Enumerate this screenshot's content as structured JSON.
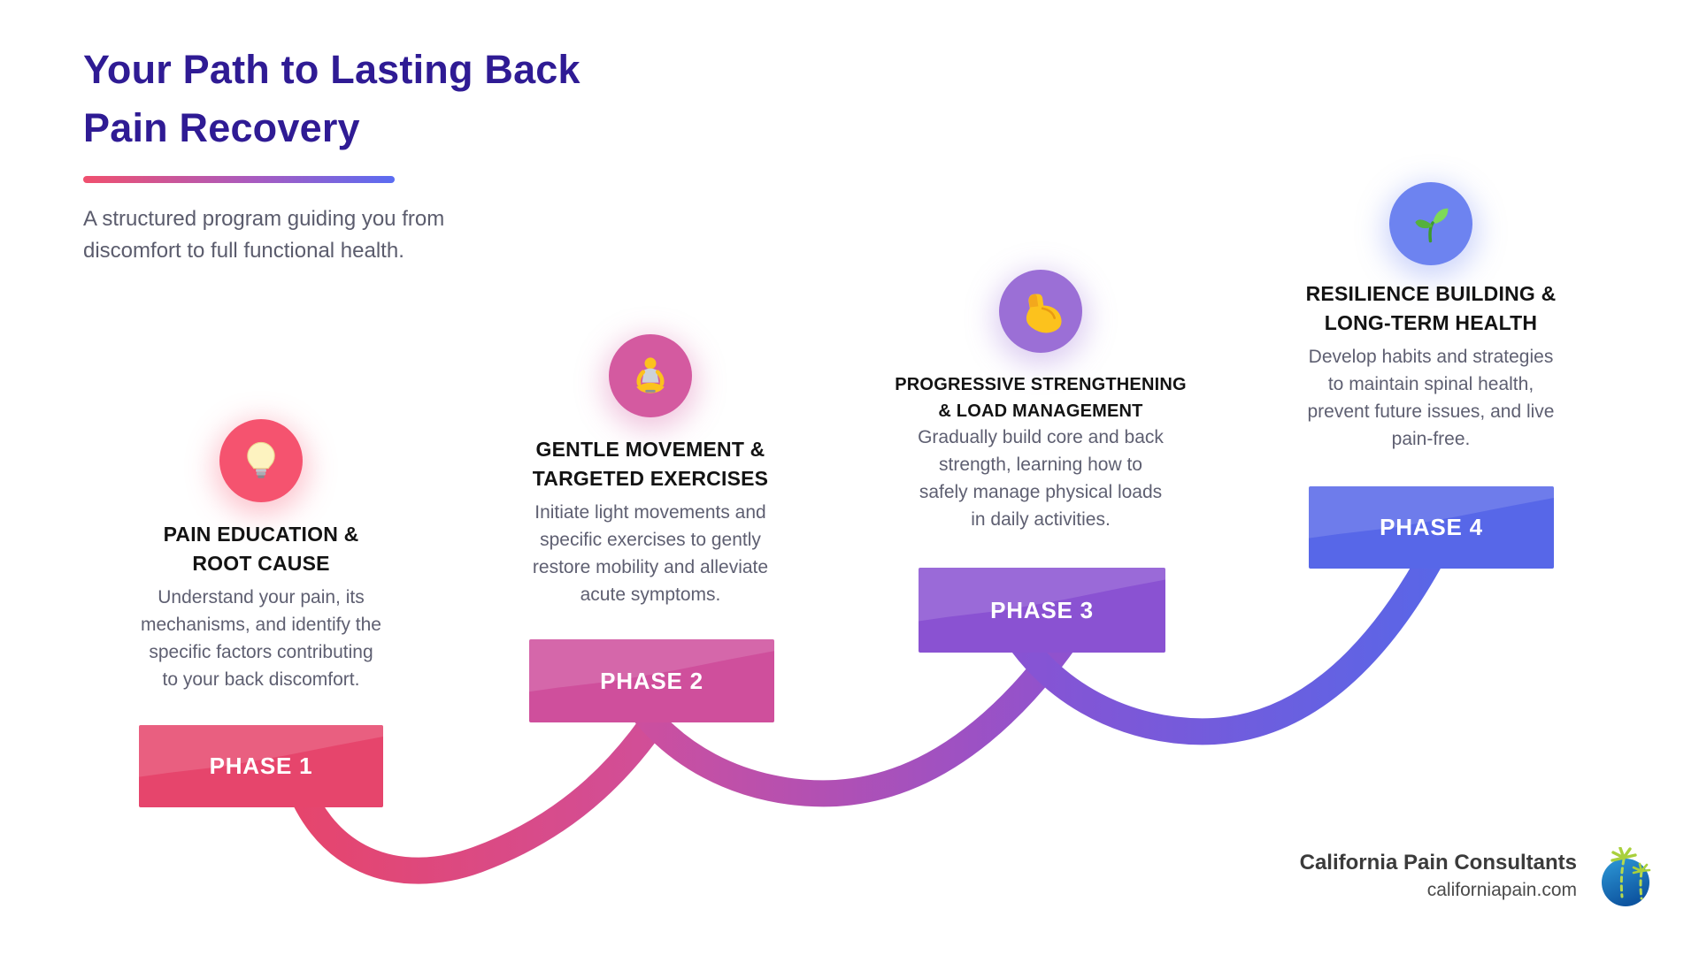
{
  "header": {
    "title_line1": "Your Path to Lasting Back",
    "title_line2": "Pain Recovery",
    "subtitle_line1": "A structured program guiding you from",
    "subtitle_line2": "discomfort to full functional health."
  },
  "colors": {
    "title": "#2f1b94",
    "underline_start": "#f0506e",
    "underline_end": "#5a6cf2",
    "phase1": "#e6456c",
    "phase2": "#cf4f9c",
    "phase3": "#8a52d2",
    "phase4": "#5767e8",
    "circle1": "#f5536f",
    "circle2": "#d45aa0",
    "circle3": "#9b6fd6",
    "circle4": "#6d83f0",
    "text_dark": "#131313",
    "text_gray": "#5e5f71"
  },
  "phases": [
    {
      "label": "PHASE 1",
      "icon": "lightbulb-icon",
      "title_line1": "PAIN EDUCATION &",
      "title_line2": "ROOT CAUSE",
      "desc_lines": [
        "Understand your pain, its",
        "mechanisms, and identify the",
        "specific factors contributing",
        "to your back discomfort."
      ]
    },
    {
      "label": "PHASE 2",
      "icon": "lotus-meditation-icon",
      "title_line1": "GENTLE MOVEMENT &",
      "title_line2": "TARGETED EXERCISES",
      "desc_lines": [
        "Initiate light movements and",
        "specific exercises to gently",
        "restore mobility and alleviate",
        "acute symptoms."
      ]
    },
    {
      "label": "PHASE 3",
      "icon": "flexed-biceps-icon",
      "title_line1": "PROGRESSIVE STRENGTHENING",
      "title_line2": "& LOAD MANAGEMENT",
      "desc_lines": [
        "Gradually build core and back",
        "strength, learning how to",
        "safely manage physical loads",
        "in daily activities."
      ]
    },
    {
      "label": "PHASE 4",
      "icon": "seedling-icon",
      "title_line1": "RESILIENCE BUILDING &",
      "title_line2": "LONG-TERM HEALTH",
      "desc_lines": [
        "Develop habits and strategies",
        "to maintain spinal health,",
        "prevent future issues, and live",
        "pain-free."
      ]
    }
  ],
  "footer": {
    "company": "California Pain Consultants",
    "website": "californiapain.com"
  }
}
